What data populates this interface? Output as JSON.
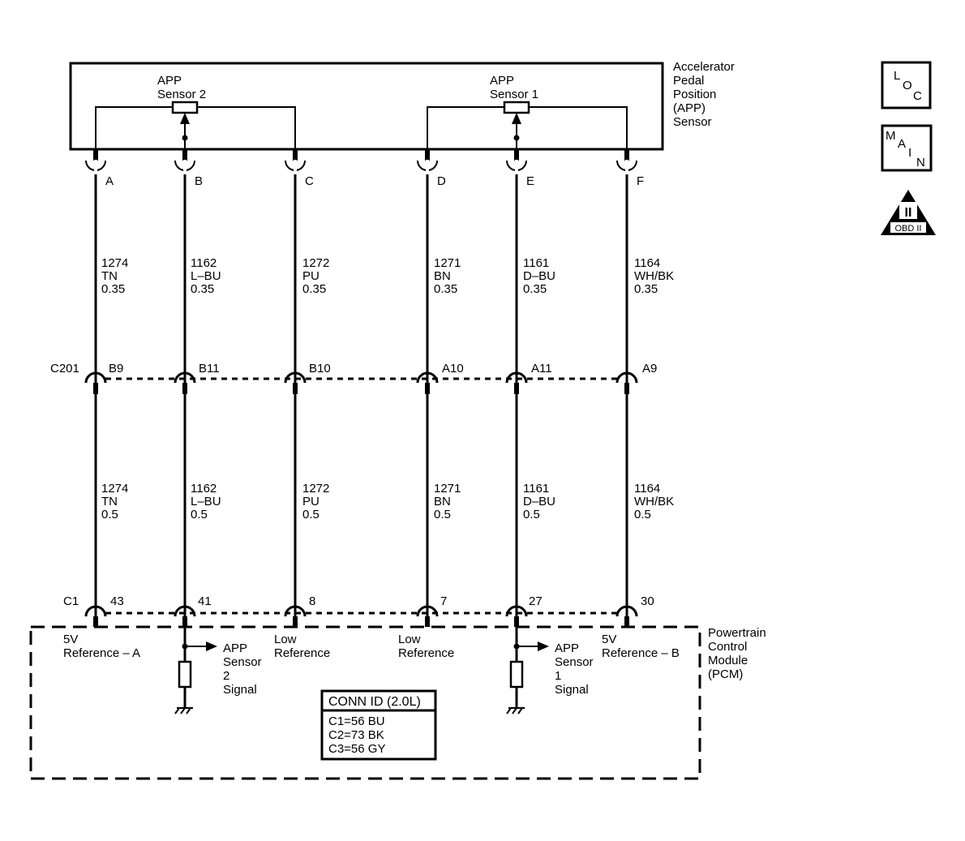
{
  "sensor": {
    "name_lines": [
      "Accelerator",
      "Pedal",
      "Position",
      "(APP)",
      "Sensor"
    ],
    "sensor2_lines": [
      "APP",
      "Sensor 2"
    ],
    "sensor1_lines": [
      "APP",
      "Sensor 1"
    ]
  },
  "pins": [
    {
      "pin": "A",
      "wire_upper": [
        "1274",
        "TN",
        "0.35"
      ],
      "c201": "B9",
      "wire_lower": [
        "1274",
        "TN",
        "0.5"
      ],
      "pcm_pin": "43"
    },
    {
      "pin": "B",
      "wire_upper": [
        "1162",
        "L–BU",
        "0.35"
      ],
      "c201": "B11",
      "wire_lower": [
        "1162",
        "L–BU",
        "0.5"
      ],
      "pcm_pin": "41"
    },
    {
      "pin": "C",
      "wire_upper": [
        "1272",
        "PU",
        "0.35"
      ],
      "c201": "B10",
      "wire_lower": [
        "1272",
        "PU",
        "0.5"
      ],
      "pcm_pin": "8"
    },
    {
      "pin": "D",
      "wire_upper": [
        "1271",
        "BN",
        "0.35"
      ],
      "c201": "A10",
      "wire_lower": [
        "1271",
        "BN",
        "0.5"
      ],
      "pcm_pin": "7"
    },
    {
      "pin": "E",
      "wire_upper": [
        "1161",
        "D–BU",
        "0.35"
      ],
      "c201": "A11",
      "wire_lower": [
        "1161",
        "D–BU",
        "0.5"
      ],
      "pcm_pin": "27"
    },
    {
      "pin": "F",
      "wire_upper": [
        "1164",
        "WH/BK",
        "0.35"
      ],
      "c201": "A9",
      "wire_lower": [
        "1164",
        "WH/BK",
        "0.5"
      ],
      "pcm_pin": "30"
    }
  ],
  "connectors": {
    "inline": "C201",
    "pcm": "C1"
  },
  "pcm": {
    "name_lines": [
      "Powertrain",
      "Control",
      "Module",
      "(PCM)"
    ],
    "circuits": {
      "ref_a": [
        "5V",
        "Reference – A"
      ],
      "sensor2_signal": [
        "APP",
        "Sensor",
        "2",
        "Signal"
      ],
      "low_ref_1": [
        "Low",
        "Reference"
      ],
      "low_ref_2": [
        "Low",
        "Reference"
      ],
      "sensor1_signal": [
        "APP",
        "Sensor",
        "1",
        "Signal"
      ],
      "ref_b": [
        "5V",
        "Reference – B"
      ]
    },
    "conn_id": {
      "title": "CONN ID (2.0L)",
      "rows": [
        "C1=56 BU",
        "C2=73 BK",
        "C3=56 GY"
      ]
    }
  },
  "icons": {
    "loc": [
      "L",
      "O",
      "C"
    ],
    "main": [
      "M",
      "A",
      "I",
      "N"
    ],
    "obd": {
      "numeral": "II",
      "label": "OBD II"
    }
  }
}
